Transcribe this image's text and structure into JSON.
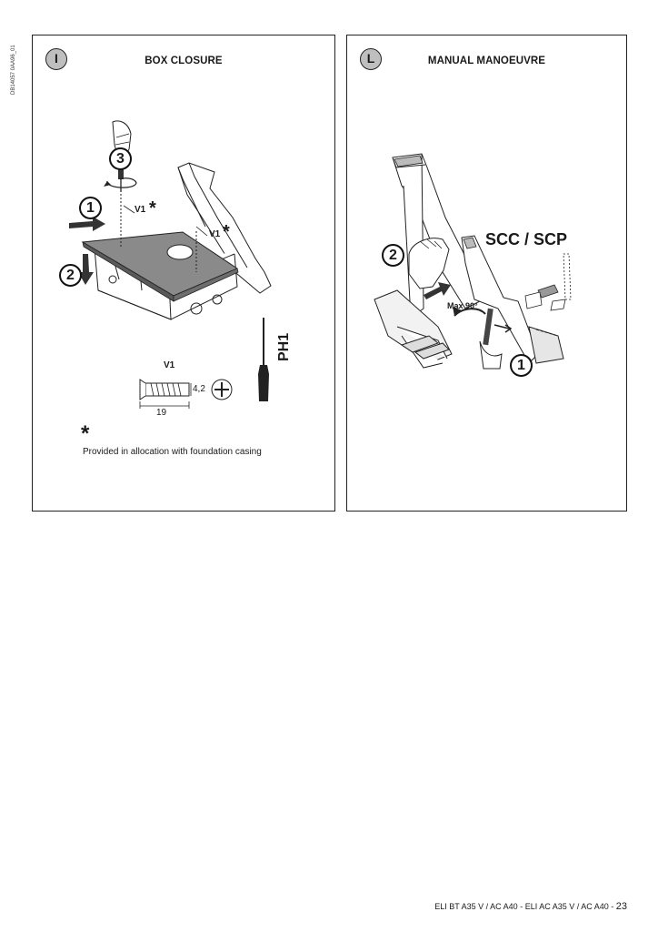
{
  "doc_code": "DB14057 0AA96_01",
  "panel_i": {
    "badge": "I",
    "title": "BOX CLOSURE",
    "step_3": "3",
    "step_1": "1",
    "step_2": "2",
    "v1_label_a": "V1",
    "v1_label_b": "V1",
    "asterisk": "*",
    "screwdriver_label": "PH1",
    "screw_label": "V1",
    "screw_diameter": "4,2",
    "screw_length": "19",
    "note_symbol": "*",
    "note_text": "Provided in allocation with foundation casing"
  },
  "panel_l": {
    "badge": "L",
    "title": "MANUAL MANOEUVRE",
    "model_label": "SCC / SCP",
    "step_2": "2",
    "step_1": "1",
    "angle_label": "Max 90°"
  },
  "footer": {
    "text": "ELI BT A35 V / AC A40 - ELI AC A35 V / AC A40  - ",
    "page": "23"
  }
}
